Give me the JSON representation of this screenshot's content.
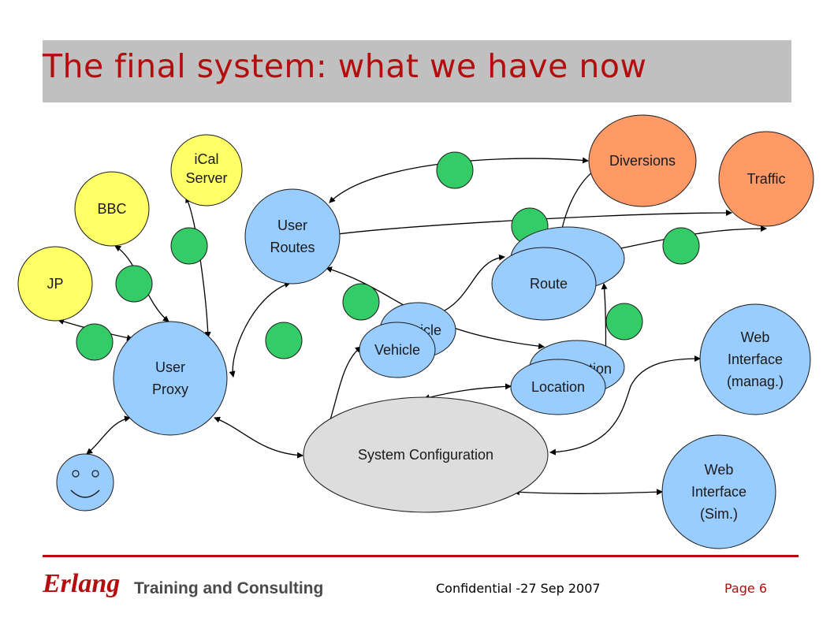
{
  "slide": {
    "title": "The final system: what we have now",
    "footer": {
      "logo_text": "Erlang",
      "tagline": "Training and Consulting",
      "confidential": "Confidential -27 Sep 2007",
      "page": "Page 6"
    }
  },
  "colors": {
    "title_red": "#b30d0d",
    "external_yellow": "#ffff66",
    "process_blue": "#99ccff",
    "service_orange": "#ff9966",
    "message_green": "#33cc66",
    "config_grey": "#dddddd"
  },
  "diagram": {
    "nodes": {
      "jp": {
        "lines": [
          "JP"
        ]
      },
      "bbc": {
        "lines": [
          "BBC"
        ]
      },
      "ical": {
        "lines": [
          "iCal",
          "Server"
        ]
      },
      "user_routes": {
        "lines": [
          "User",
          "Routes"
        ]
      },
      "user_proxy": {
        "lines": [
          "User",
          "Proxy"
        ]
      },
      "diversions": {
        "lines": [
          "Diversions"
        ]
      },
      "traffic": {
        "lines": [
          "Traffic"
        ]
      },
      "route_back": {
        "lines": [
          ""
        ]
      },
      "route": {
        "lines": [
          "Route"
        ]
      },
      "vehicle_back": {
        "lines": [
          "icle"
        ]
      },
      "vehicle": {
        "lines": [
          "Vehicle"
        ]
      },
      "location_back": {
        "lines": [
          "tion"
        ]
      },
      "location": {
        "lines": [
          "Location"
        ]
      },
      "web_manag": {
        "lines": [
          "Web",
          "Interface",
          "(manag.)"
        ]
      },
      "web_sim": {
        "lines": [
          "Web",
          "Interface",
          "(Sim.)"
        ]
      },
      "system_config": {
        "lines": [
          "System Configuration"
        ]
      },
      "user": {
        "lines": []
      }
    }
  }
}
